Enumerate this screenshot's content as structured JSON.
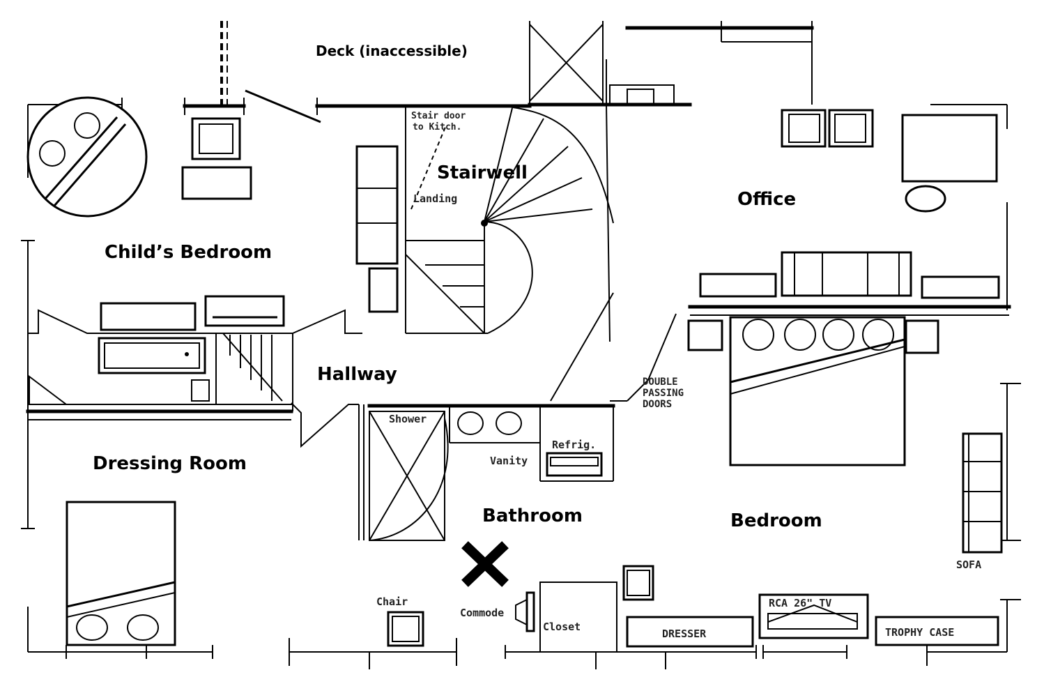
{
  "rooms": {
    "deck": "Deck (inaccessible)",
    "stairwell": "Stairwell",
    "office": "Office",
    "childs_bedroom": "Child’s Bedroom",
    "hallway": "Hallway",
    "dressing_room": "Dressing Room",
    "bathroom": "Bathroom",
    "bedroom": "Bedroom"
  },
  "annotations": {
    "landing": "Landing",
    "stair_note_1": "Stair door",
    "stair_note_2": "to Kitch.",
    "shower": "Shower",
    "vanity": "Vanity",
    "refrig": "Refrig.",
    "double_doors_1": "DOUBLE",
    "double_doors_2": "PASSING",
    "double_doors_3": "DOORS",
    "chair": "Chair",
    "commode": "Commode",
    "closet": "Closet",
    "dresser": "DRESSER",
    "tv": "RCA 26\" TV",
    "trophy_case": "TROPHY CASE",
    "sofa": "SOFA"
  },
  "marker": {
    "icon": "x-mark-icon",
    "color": "#000000"
  }
}
